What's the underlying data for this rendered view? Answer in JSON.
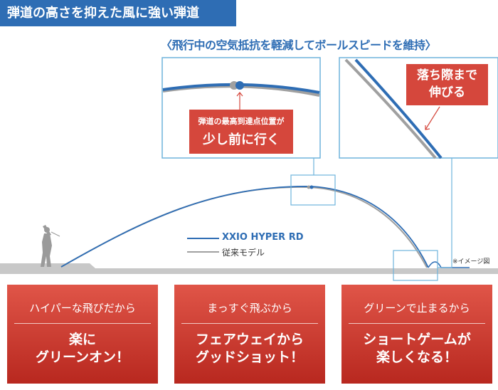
{
  "header": {
    "title": "弾道の高さを抑えた風に強い弾道"
  },
  "subtitle": "〈飛行中の空気抵抗を軽減してボールスピードを維持〉",
  "callout_apex": {
    "small": "弾道の最高到達点位置が",
    "big": "少し前に行く"
  },
  "callout_descent": {
    "line1": "落ち際まで",
    "line2": "伸びる"
  },
  "legend": [
    {
      "label": "XXIO HYPER RD",
      "color": "#2e6db4"
    },
    {
      "label": "従来モデル",
      "color": "#999999"
    }
  ],
  "note": "※イメージ図",
  "panels": [
    {
      "top": "ハイパーな飛びだから",
      "line1": "楽に",
      "line2": "グリーンオン！"
    },
    {
      "top": "まっすぐ飛ぶから",
      "line1": "フェアウェイから",
      "line2": "グッドショット！"
    },
    {
      "top": "グリーンで止まるから",
      "line1": "ショートゲームが",
      "line2": "楽しくなる！"
    }
  ]
}
